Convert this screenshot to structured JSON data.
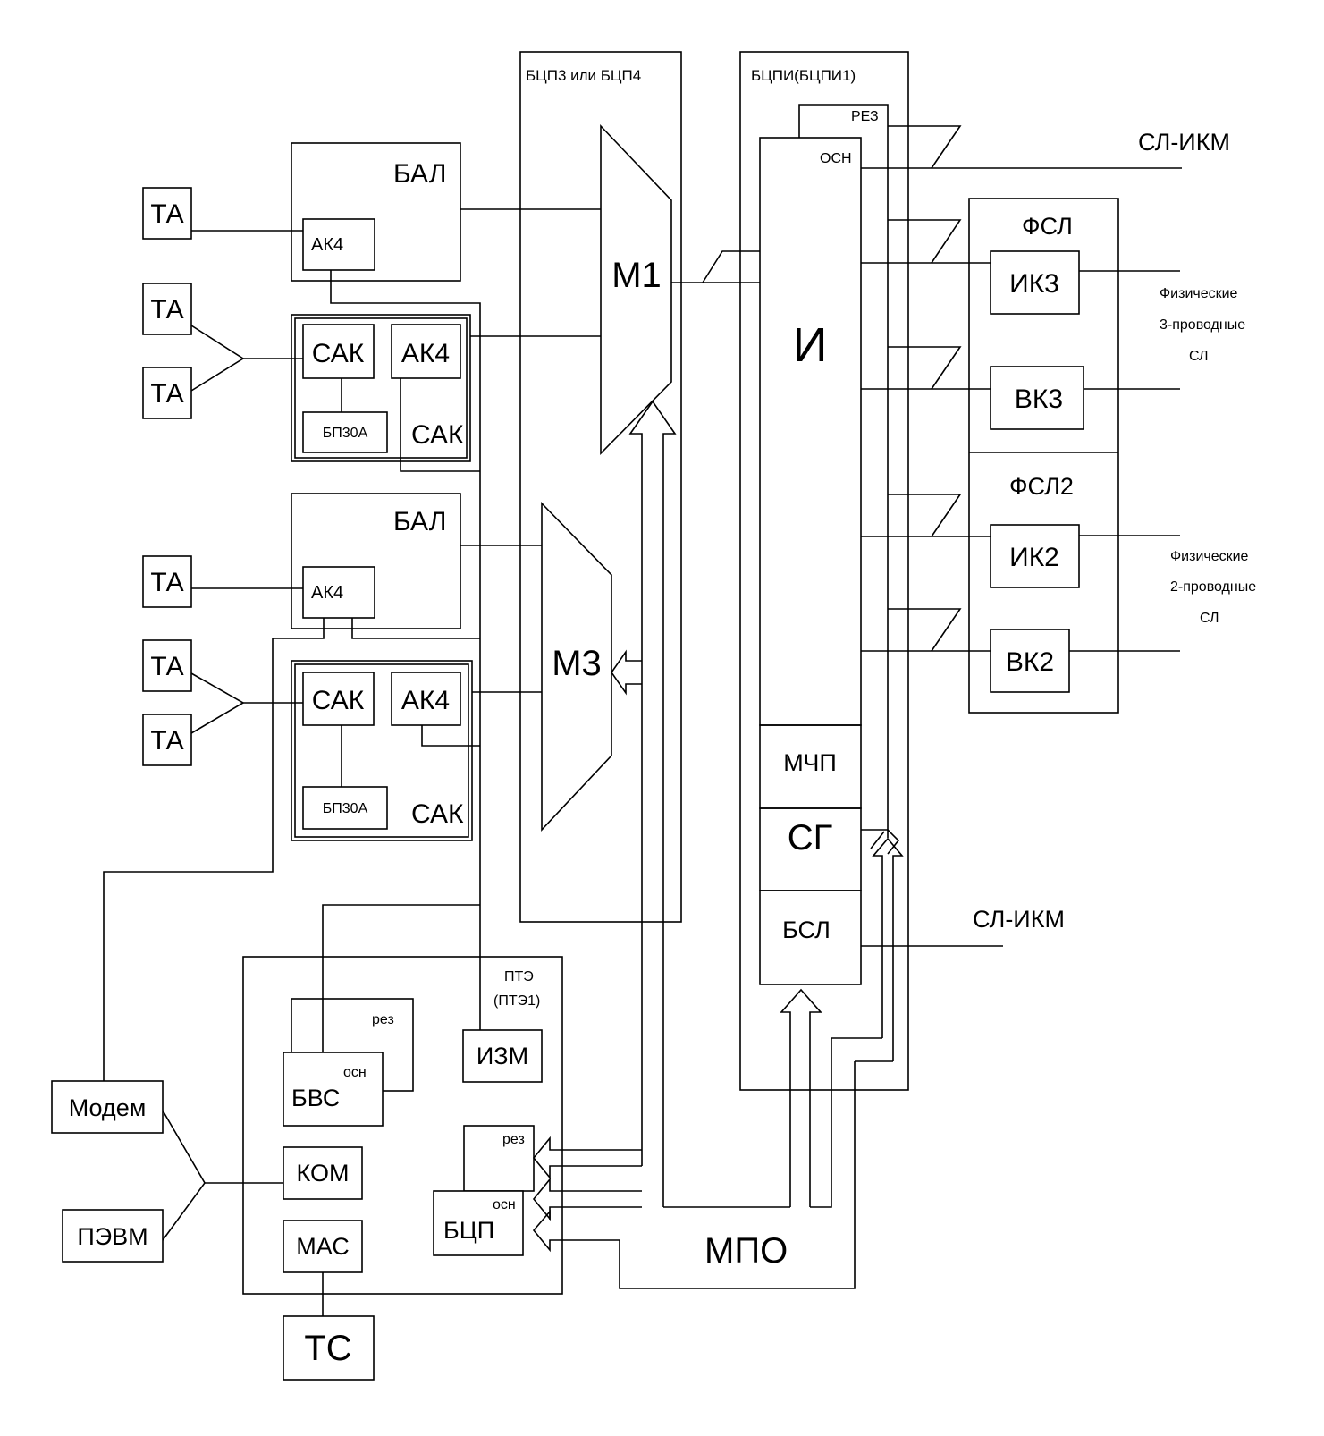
{
  "blocks": {
    "bcp34": "БЦП3 или БЦП4",
    "bcpi": "БЦПИ(БЦПИ1)",
    "bal": "БАЛ",
    "ak4": "АК4",
    "sak": "САК",
    "bp30a": "БП30А",
    "ta": "ТА",
    "m1": "М1",
    "m3": "М3",
    "i": "И",
    "rez_upper": "РЕЗ",
    "osn_upper": "ОСН",
    "mchp": "МЧП",
    "sg": "СГ",
    "bsl": "БСЛ",
    "fsl": "ФСЛ",
    "fsl2": "ФСЛ2",
    "ik3": "ИК3",
    "vk3": "ВК3",
    "ik2": "ИК2",
    "vk2": "ВК2",
    "pte": "ПТЭ",
    "pte1": "(ПТЭ1)",
    "rez": "рез",
    "osn": "осн",
    "bvs": "БВС",
    "izm": "ИЗМ",
    "kom": "КОМ",
    "mas": "МАС",
    "bcp": "БЦП",
    "modem": "Модем",
    "pevm": "ПЭВМ",
    "ts": "ТС",
    "mpo": "МПО"
  },
  "lines": {
    "sl_ikm": "СЛ-ИКМ",
    "phys": "Физические",
    "three_wire": "3-проводные",
    "two_wire": "2-проводные",
    "sl": "СЛ"
  }
}
